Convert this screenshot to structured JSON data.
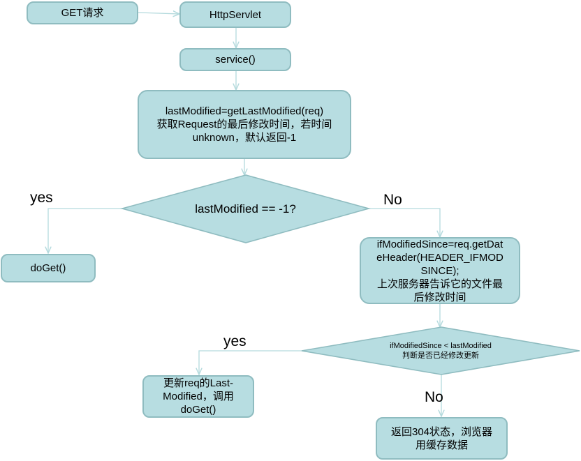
{
  "nodes": {
    "get": "GET请求",
    "servlet": "HttpServlet",
    "service": "service()",
    "lastmod": [
      "lastModified=getLastModified(req)",
      "获取Request的最后修改时间，若时间",
      "unknown，默认返回-1"
    ],
    "cond1": "lastModified == -1?",
    "doget1": "doGet()",
    "ifmod": [
      "ifModifiedSince=req.getDat",
      "eHeader(HEADER_IFMOD",
      "SINCE);",
      "上次服务器告诉它的文件最",
      "后修改时间"
    ],
    "cond2": [
      "ifModifiedSince < lastModified",
      "判断是否已经修改更新"
    ],
    "update": [
      "更新req的Last-",
      "Modified，调用",
      "doGet()"
    ],
    "ret304": [
      "返回304状态，浏览器",
      "用缓存数据"
    ]
  },
  "edges": {
    "yes1": "yes",
    "no1": "No",
    "yes2": "yes",
    "no2": "No"
  },
  "colors": {
    "fill": "#b7dde1",
    "stroke": "#8fbcc0",
    "connector": "#b4dadd"
  }
}
